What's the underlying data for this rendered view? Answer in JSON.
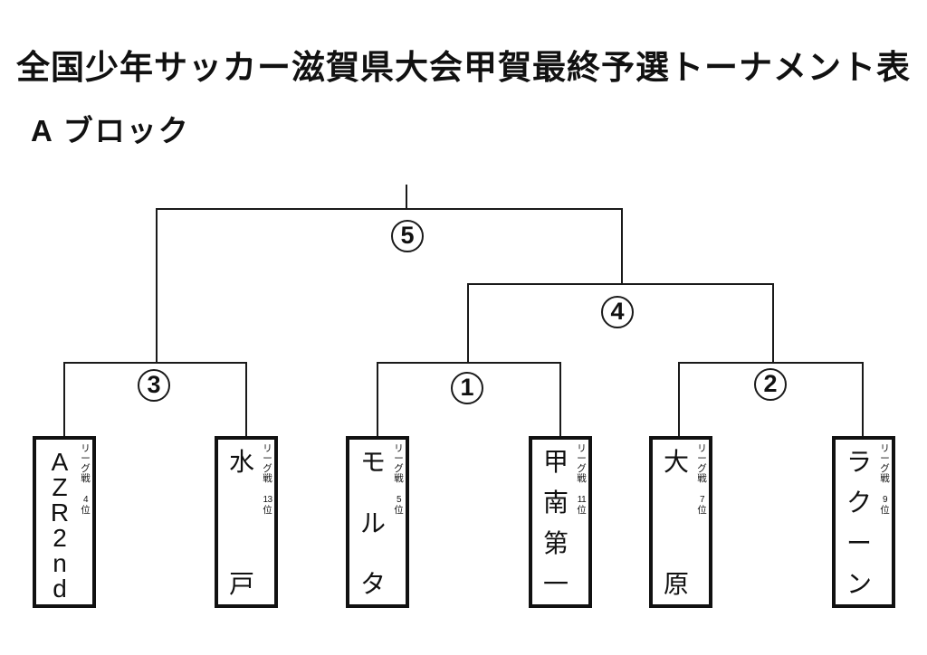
{
  "colors": {
    "background": "#ffffff",
    "line": "#1a1a1a",
    "text": "#111111"
  },
  "header": {
    "title": "全国少年サッカー滋賀県大会甲賀最終予選トーナメント表",
    "block_label": "A ブロック"
  },
  "matches": {
    "m1": "1",
    "m2": "2",
    "m3": "3",
    "m4": "4",
    "m5": "5"
  },
  "teams": [
    {
      "name": "AZR2nd",
      "league": "リーグ戦",
      "rank_num": "4",
      "rank_suffix": "位"
    },
    {
      "name": "水戸",
      "league": "リーグ戦",
      "rank_num": "13",
      "rank_suffix": "位"
    },
    {
      "name": "モルタ",
      "league": "リーグ戦",
      "rank_num": "5",
      "rank_suffix": "位"
    },
    {
      "name": "甲南第一",
      "league": "リーグ戦",
      "rank_num": "11",
      "rank_suffix": "位"
    },
    {
      "name": "大原",
      "league": "リーグ戦",
      "rank_num": "7",
      "rank_suffix": "位"
    },
    {
      "name": "ラクーン",
      "league": "リーグ戦",
      "rank_num": "9",
      "rank_suffix": "位"
    }
  ]
}
